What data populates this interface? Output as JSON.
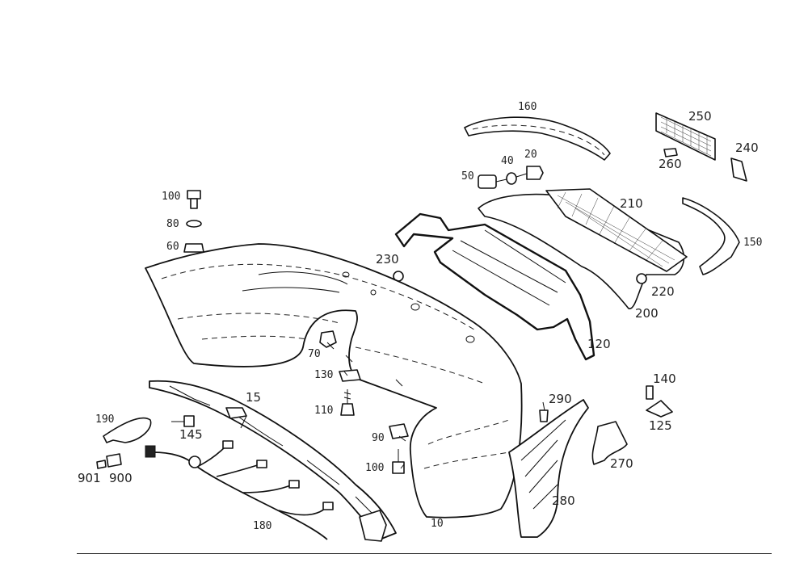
{
  "diagram": {
    "callouts": [
      {
        "id": "c160",
        "text": "160"
      },
      {
        "id": "c250",
        "text": "250"
      },
      {
        "id": "c240",
        "text": "240"
      },
      {
        "id": "c260",
        "text": "260"
      },
      {
        "id": "c40",
        "text": "40"
      },
      {
        "id": "c20",
        "text": "20"
      },
      {
        "id": "c50",
        "text": "50"
      },
      {
        "id": "c210",
        "text": "210"
      },
      {
        "id": "c150",
        "text": "150"
      },
      {
        "id": "c100a",
        "text": "100"
      },
      {
        "id": "c80",
        "text": "80"
      },
      {
        "id": "c60",
        "text": "60"
      },
      {
        "id": "c230",
        "text": "230"
      },
      {
        "id": "c220",
        "text": "220"
      },
      {
        "id": "c200",
        "text": "200"
      },
      {
        "id": "c120",
        "text": "120"
      },
      {
        "id": "c70",
        "text": "70"
      },
      {
        "id": "c130",
        "text": "130"
      },
      {
        "id": "c140",
        "text": "140"
      },
      {
        "id": "c15",
        "text": "15"
      },
      {
        "id": "c290",
        "text": "290"
      },
      {
        "id": "c110",
        "text": "110"
      },
      {
        "id": "c125",
        "text": "125"
      },
      {
        "id": "c190",
        "text": "190"
      },
      {
        "id": "c145",
        "text": "145"
      },
      {
        "id": "c90",
        "text": "90"
      },
      {
        "id": "c270",
        "text": "270"
      },
      {
        "id": "c100b",
        "text": "100"
      },
      {
        "id": "c901",
        "text": "901"
      },
      {
        "id": "c900",
        "text": "900"
      },
      {
        "id": "c280",
        "text": "280"
      },
      {
        "id": "c180",
        "text": "180"
      },
      {
        "id": "c10",
        "text": "10"
      }
    ]
  }
}
